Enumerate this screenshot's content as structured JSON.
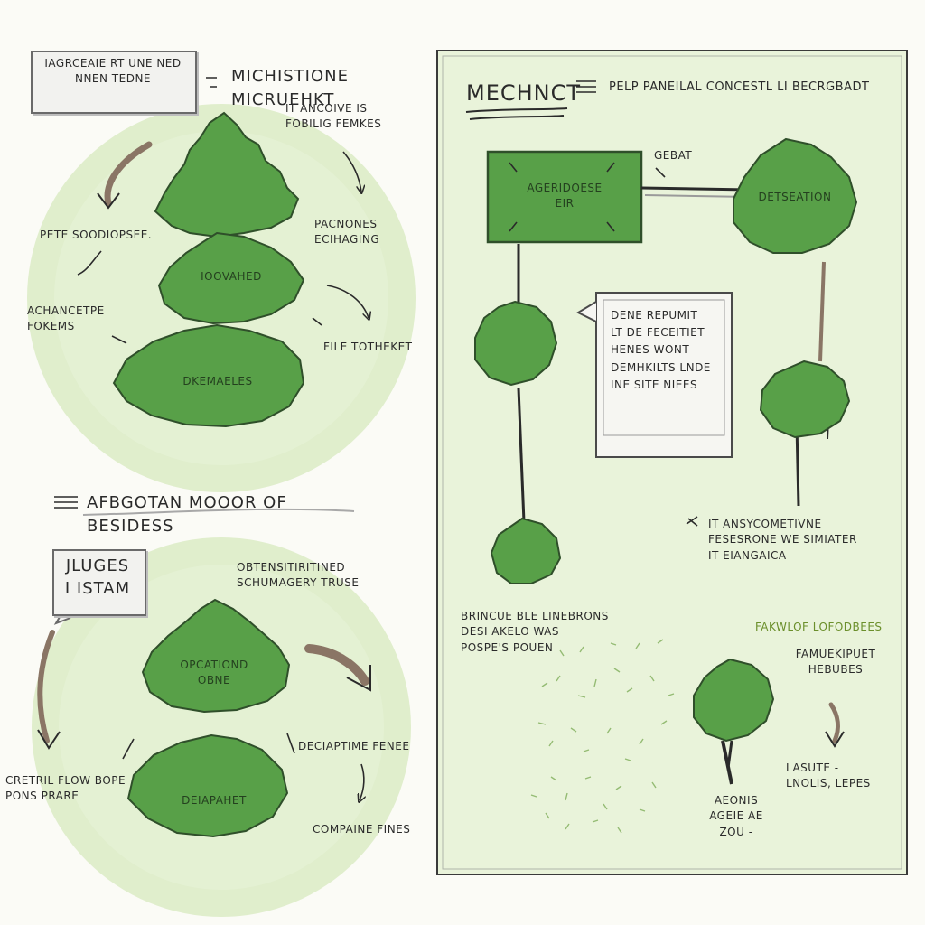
{
  "colors": {
    "tree_fill": "#58a048",
    "tree_stroke": "#2f4f2a",
    "halo": "#dbebc4",
    "panel_bg": "#e9f3da",
    "ink": "#2a2a2a",
    "arrow_brown": "#8a7565",
    "accent_green": "#6b8f2b"
  },
  "left_top": {
    "box_label": "IAGRCEAIE RT UNE NED\nNNEN TEDNE",
    "heading": "MICHISTIONE MICRUEHKT",
    "note_top_right": "IT ANCOIVE IS\nFOBILIG FEMKES",
    "note_left_1": "PETE SOODIOPSEE.",
    "note_right_1": "PACNONES ECIHAGING",
    "note_left_2": "ACHANCETPE\nFOKEMS",
    "note_right_2": "FILE TOTHEKET",
    "tree_mid_label": "IOOVAHED",
    "tree_bottom_label": "DKEMAELES"
  },
  "left_bottom": {
    "heading": "AFBGOTAN MOOOR OF BESIDESS",
    "callout": "JLUGES\nI ISTAM",
    "note_top_right": "OBTENSITIRITINED\nSCHUMAGERY TRUSE",
    "tree_top_label": "OPCATIOND\nOBNE",
    "note_right_mid": "DECIAPTIME FENEE",
    "note_left": "CRETRIL FLOW BOPE\nPONS PRARE",
    "tree_bottom_label": "DEIAPAHET",
    "note_bottom_right": "COMPAINE FINES"
  },
  "right_panel": {
    "title": "MECHNCT",
    "subtitle": "PELP PANEILAL CONCESTL LI BECRGBADT",
    "rect_node_label": "AGERIDOESE\nEIR",
    "connector_label": "GEBAT",
    "tree_top_right_label": "DETSEATION",
    "notebox": "DENE REPUMIT\nLT DE FECEITIET\nHENES WONT\nDEMHKILTS LNDE\nINE SITE NIEES",
    "note_right_1": "IT ANSYCOMETIVNE\nFESESRONE WE SIMIATER\nIT EIANGAICA",
    "note_left_1": "BRINCUE BLE LINEBRONS\nDESI AKELO WAS\nPOSPE'S POUEN",
    "green_note": "FAKWLOF LOFODBEES",
    "note_right_2": "FAMUEKIPUET\nHEBUBES",
    "note_right_3": "LASUTE -\nLNOLIS, LEPES",
    "note_bottom": "AEONIS\nAGEIE AE\nZOU -"
  }
}
